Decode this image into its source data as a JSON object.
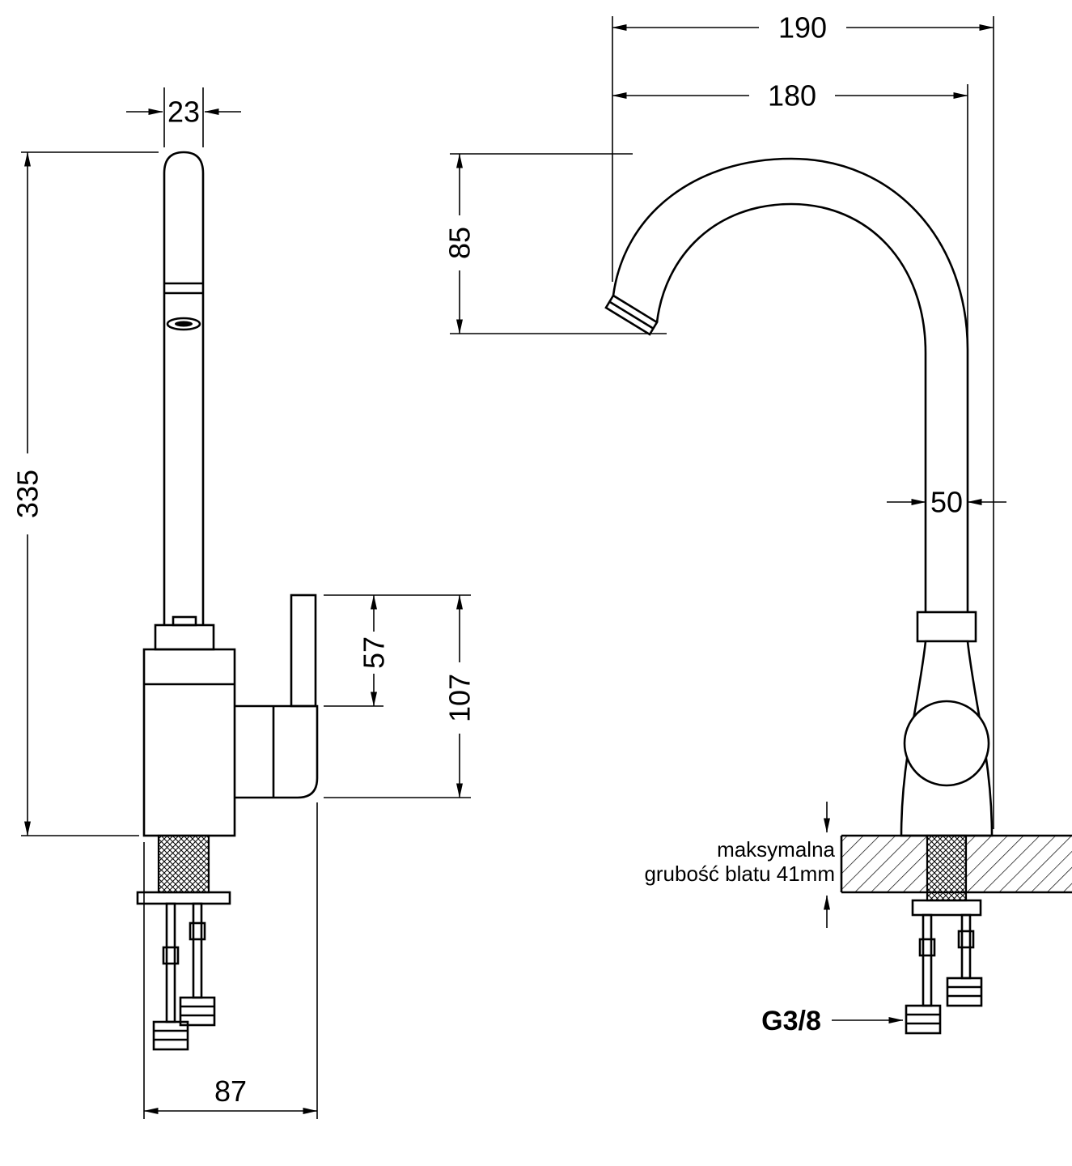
{
  "side_view": {
    "spout_width": "23",
    "total_height": "335",
    "lever_height": "57",
    "head_height": "107",
    "base_depth": "87"
  },
  "front_view": {
    "overall_width": "190",
    "spout_reach": "180",
    "spout_clearance": "85",
    "column_width": "50",
    "connection_thread": "G3/8",
    "countertop_note_line1": "maksymalna",
    "countertop_note_line2": "grubość blatu 41mm"
  }
}
